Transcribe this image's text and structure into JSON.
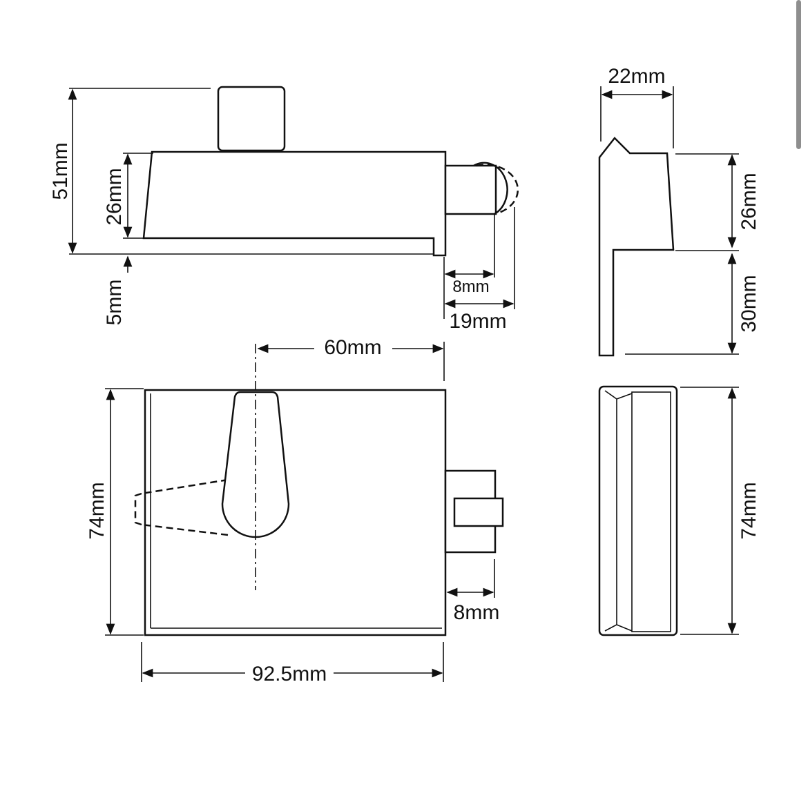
{
  "drawing": {
    "top_view": {
      "height_total": "51mm",
      "body_height": "26mm",
      "base_offset": "5mm",
      "bolt_short": "8mm",
      "bolt_throw": "19mm"
    },
    "side_view": {
      "width": "22mm",
      "upper_height": "26mm",
      "lower_height": "30mm"
    },
    "front_view": {
      "center_to_edge": "60mm",
      "height": "74mm",
      "bolt_projection": "8mm",
      "width": "92.5mm"
    },
    "keep_view": {
      "height": "74mm"
    }
  },
  "scrollbar": {
    "color": "#8e8e8e"
  }
}
